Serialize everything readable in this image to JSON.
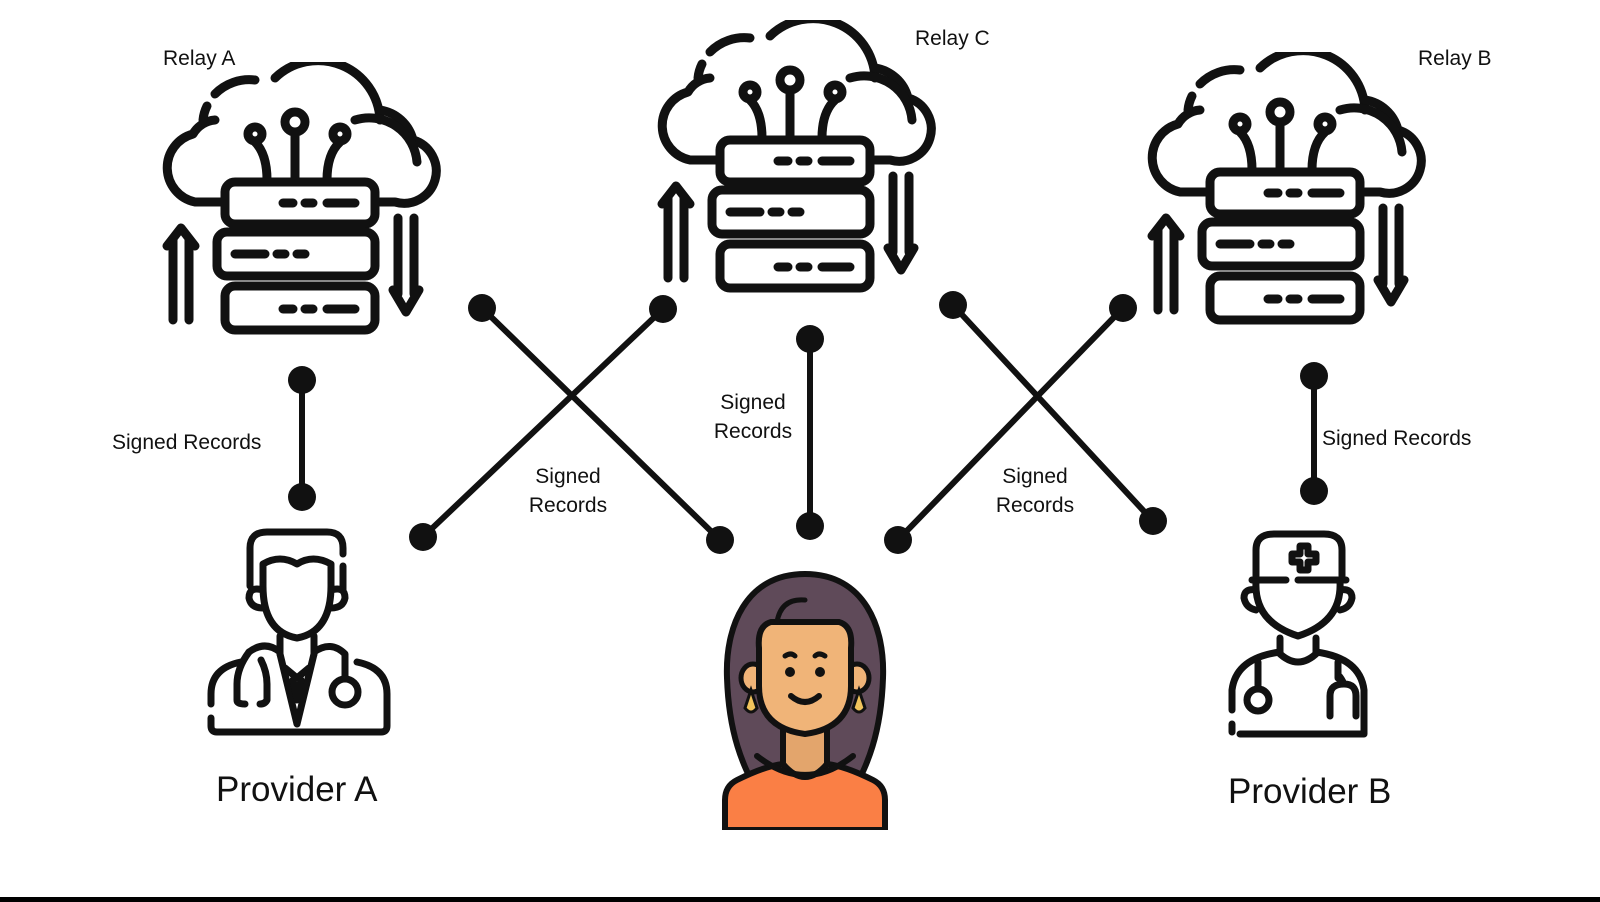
{
  "diagram": {
    "relays": [
      {
        "id": "relay-a",
        "label": "Relay A",
        "icon": "cloud-server-icon"
      },
      {
        "id": "relay-c",
        "label": "Relay C",
        "icon": "cloud-server-icon"
      },
      {
        "id": "relay-b",
        "label": "Relay B",
        "icon": "cloud-server-icon"
      }
    ],
    "actors": [
      {
        "id": "provider-a",
        "label": "Provider A",
        "icon": "doctor-icon"
      },
      {
        "id": "patient",
        "label": "",
        "icon": "patient-woman-icon"
      },
      {
        "id": "provider-b",
        "label": "Provider B",
        "icon": "nurse-doctor-icon"
      }
    ],
    "edges": [
      {
        "from": "relay-a",
        "to": "provider-a",
        "label": "Signed Records"
      },
      {
        "from": "relay-a",
        "to": "patient",
        "label": ""
      },
      {
        "from": "relay-c",
        "to": "provider-a",
        "label": "Signed\nRecords"
      },
      {
        "from": "relay-c",
        "to": "patient",
        "label": "Signed\nRecords"
      },
      {
        "from": "relay-c",
        "to": "provider-b",
        "label": ""
      },
      {
        "from": "relay-b",
        "to": "patient",
        "label": "Signed\nRecords"
      },
      {
        "from": "relay-b",
        "to": "provider-b",
        "label": "Signed Records"
      }
    ],
    "edge_labels": {
      "relay_a_provider_a": "Signed Records",
      "cross_left_line1": "Signed",
      "cross_left_line2": "Records",
      "relay_c_patient_line1": "Signed",
      "relay_c_patient_line2": "Records",
      "cross_right_line1": "Signed",
      "cross_right_line2": "Records",
      "relay_b_provider_b": "Signed Records"
    },
    "colors": {
      "stroke": "#111111",
      "hair": "#5f4a59",
      "skin": "#f0b478",
      "skin_shadow": "#e3a56c",
      "shirt": "#fa7f45",
      "earring": "#f2c45c",
      "background": "#ffffff"
    }
  }
}
